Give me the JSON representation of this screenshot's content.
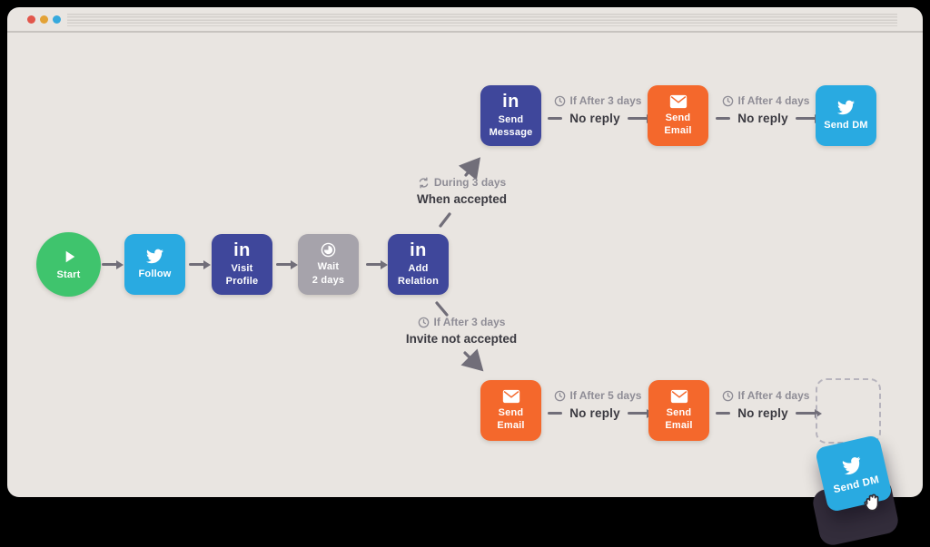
{
  "window": {
    "traffic_lights": [
      {
        "name": "red",
        "color": "#e2564b"
      },
      {
        "name": "yellow",
        "color": "#e3a236"
      },
      {
        "name": "blue",
        "color": "#36a9dd"
      }
    ]
  },
  "flow": {
    "nodes": {
      "start": {
        "label": "Start",
        "icon": "play-icon",
        "color": "#3fc46d"
      },
      "follow": {
        "label": "Follow",
        "icon": "twitter-icon",
        "color": "#29aae1"
      },
      "visit_profile": {
        "label": "Visit\nProfile",
        "icon": "linkedin-icon",
        "color": "#3f479b"
      },
      "wait": {
        "label": "Wait\n2 days",
        "icon": "timer-icon",
        "color": "#a6a3ab"
      },
      "add_relation": {
        "label": "Add\nRelation",
        "icon": "linkedin-icon",
        "color": "#3f479b"
      },
      "send_message": {
        "label": "Send\nMessage",
        "icon": "linkedin-icon",
        "color": "#3f479b"
      },
      "send_email_top": {
        "label": "Send\nEmail",
        "icon": "envelope-icon",
        "color": "#f4682c"
      },
      "send_dm_top": {
        "label": "Send DM",
        "icon": "twitter-icon",
        "color": "#29aae1"
      },
      "send_email_bottom_1": {
        "label": "Send\nEmail",
        "icon": "envelope-icon",
        "color": "#f4682c"
      },
      "send_email_bottom_2": {
        "label": "Send\nEmail",
        "icon": "envelope-icon",
        "color": "#f4682c"
      },
      "dragged_send_dm": {
        "label": "Send DM",
        "icon": "twitter-icon",
        "color": "#29aae1"
      }
    },
    "branches": {
      "accepted": {
        "condition": "During 3 days",
        "condition_icon": "refresh-icon",
        "label": "When accepted"
      },
      "not_accepted": {
        "condition": "If After 3 days",
        "condition_icon": "clock-icon",
        "label": "Invite not accepted"
      }
    },
    "connectors": [
      {
        "condition": "If After 3 days",
        "condition_icon": "clock-icon",
        "result": "No reply"
      },
      {
        "condition": "If After 4 days",
        "condition_icon": "clock-icon",
        "result": "No reply"
      },
      {
        "condition": "If After 5 days",
        "condition_icon": "clock-icon",
        "result": "No reply"
      },
      {
        "condition": "If After 4 days",
        "condition_icon": "clock-icon",
        "result": "No reply"
      }
    ],
    "colors": {
      "arrow": "#716e79",
      "condition_text": "#8f8d96",
      "result_text": "#3b3a41",
      "canvas_background": "#e9e5e1",
      "outer_background": "#000000"
    }
  }
}
